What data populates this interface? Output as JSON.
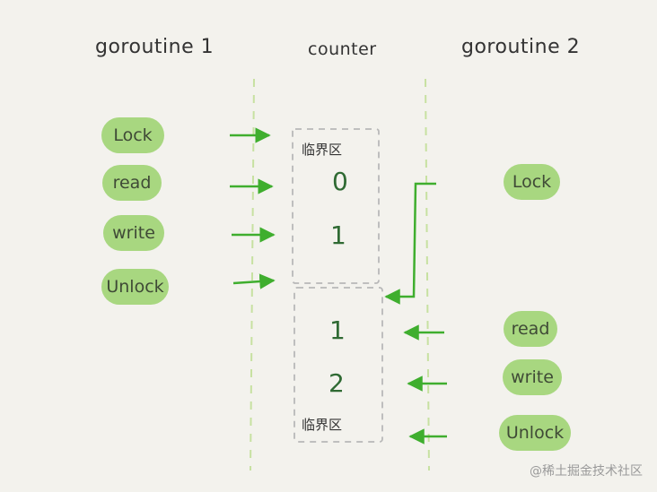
{
  "headers": {
    "goroutine1": "goroutine 1",
    "counter": "counter",
    "goroutine2": "goroutine 2"
  },
  "goroutine1_steps": [
    "Lock",
    "read",
    "write",
    "Unlock"
  ],
  "goroutine2_steps": [
    "Lock",
    "read",
    "write",
    "Unlock"
  ],
  "critical_section_label": "临界区",
  "counter_values_top": [
    "0",
    "1"
  ],
  "counter_values_bottom": [
    "1",
    "2"
  ],
  "watermark": "@稀土掘金技术社区",
  "colors": {
    "pill": "#a8d780",
    "arrow": "#3fae2e",
    "dashed_line": "#c7e1a1",
    "box_border": "#b8b8b8",
    "background": "#f3f2ed"
  }
}
